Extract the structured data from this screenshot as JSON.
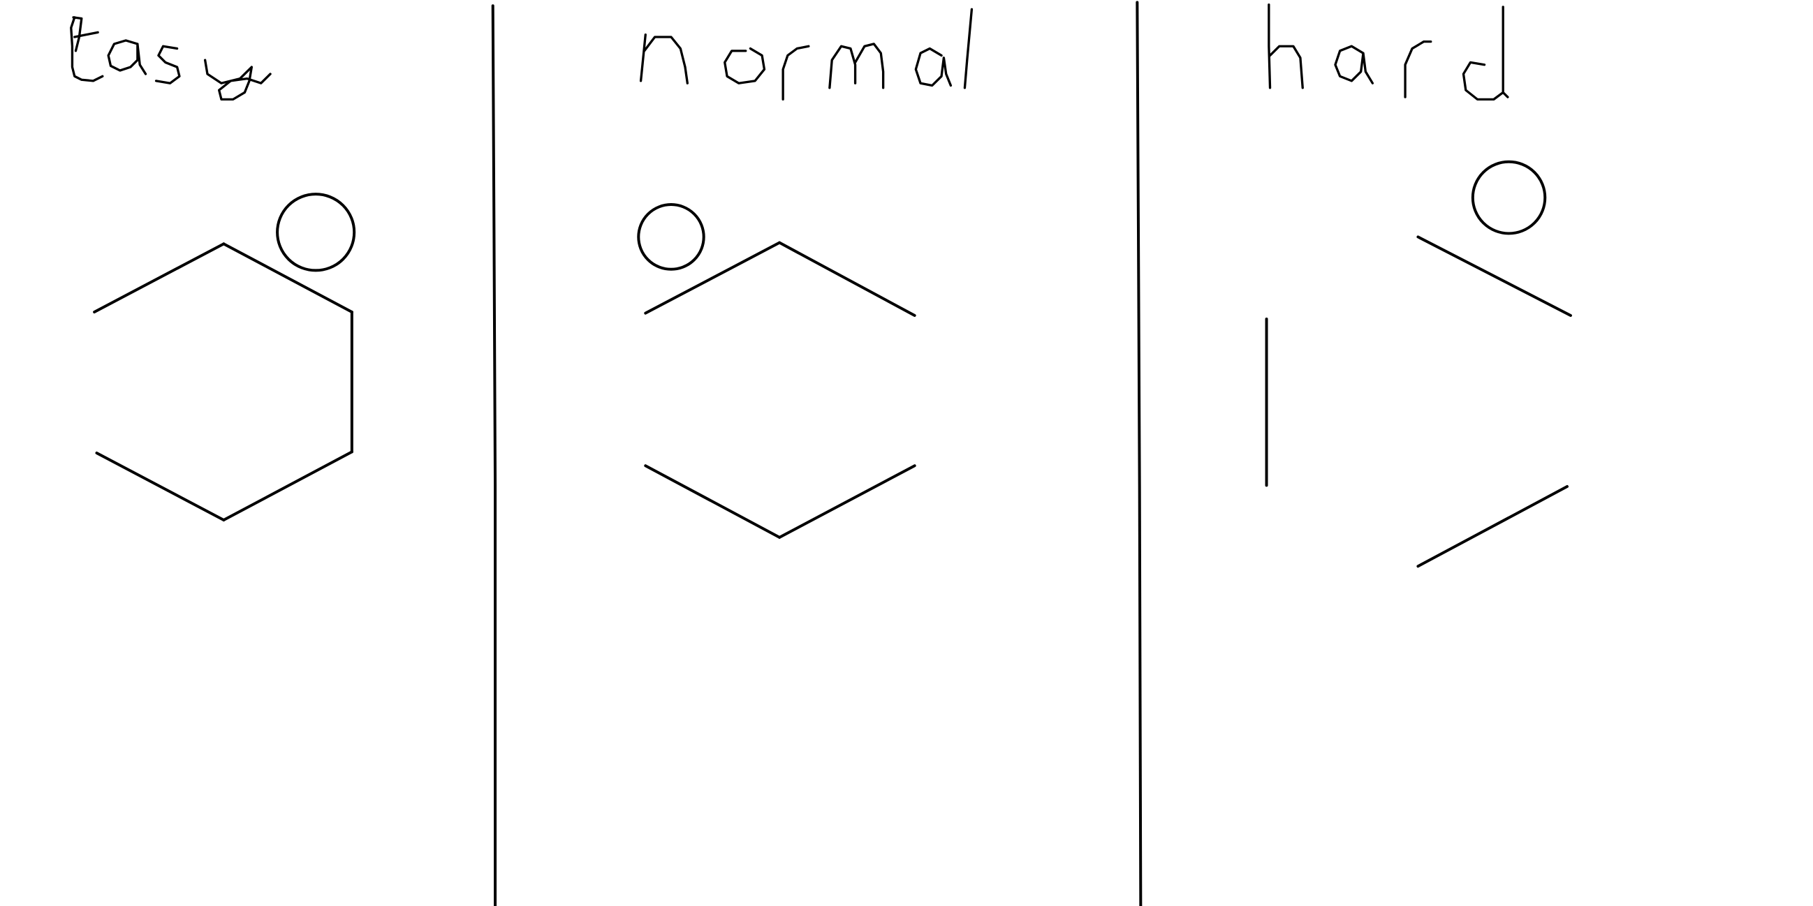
{
  "colors": {
    "ink": "#000000",
    "background": "#ffffff"
  },
  "panels": [
    {
      "label": "easy",
      "circle_position": "top-right",
      "shape": "hexagon",
      "visible_edges": [
        "top-left",
        "top-right",
        "right",
        "bottom-right",
        "bottom-left"
      ],
      "missing_edges": [
        "left"
      ]
    },
    {
      "label": "normal",
      "circle_position": "top-left",
      "shape": "hexagon",
      "visible_edges": [
        "top-left",
        "top-right",
        "bottom-right",
        "bottom-left"
      ],
      "missing_edges": [
        "left",
        "right"
      ]
    },
    {
      "label": "hard",
      "circle_position": "top-right",
      "shape": "hexagon",
      "visible_edges": [
        "top-right",
        "left",
        "bottom-right"
      ],
      "missing_edges": [
        "top-left",
        "right",
        "bottom-left"
      ]
    }
  ]
}
